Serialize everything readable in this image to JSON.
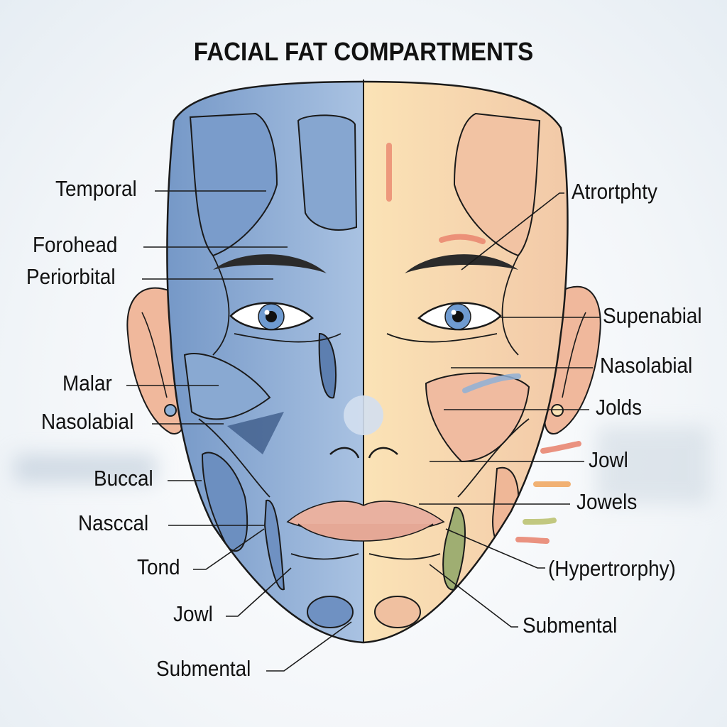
{
  "title": "FACIAL FAT COMPARTMENTS",
  "colors": {
    "left_half": "#7f9fc9",
    "left_half_light": "#b7cce6",
    "right_half": "#f6dcae",
    "right_half_pink": "#eebba0",
    "outline": "#1a1a1a",
    "arrow_red": "#e8806a",
    "arrow_blue": "#8fb0d6",
    "arrow_orange": "#f0a45a",
    "arrow_green": "#b8c06a",
    "green_band": "#9fae72"
  },
  "left_labels": [
    {
      "text": "Temporal"
    },
    {
      "text": "Forohead"
    },
    {
      "text": "Periorbital"
    },
    {
      "text": "Malar"
    },
    {
      "text": "Nasolabial"
    },
    {
      "text": "Buccal"
    },
    {
      "text": "Nasccal"
    },
    {
      "text": "Tond"
    },
    {
      "text": "Jowl"
    },
    {
      "text": "Submental"
    }
  ],
  "right_labels": [
    {
      "text": "Atrortphty"
    },
    {
      "text": "Supenabial"
    },
    {
      "text": "Nasolabial"
    },
    {
      "text": "Jolds"
    },
    {
      "text": "Jowl"
    },
    {
      "text": "Jowels"
    },
    {
      "text": "(Hypertrorphy)"
    },
    {
      "text": "Submental"
    }
  ]
}
